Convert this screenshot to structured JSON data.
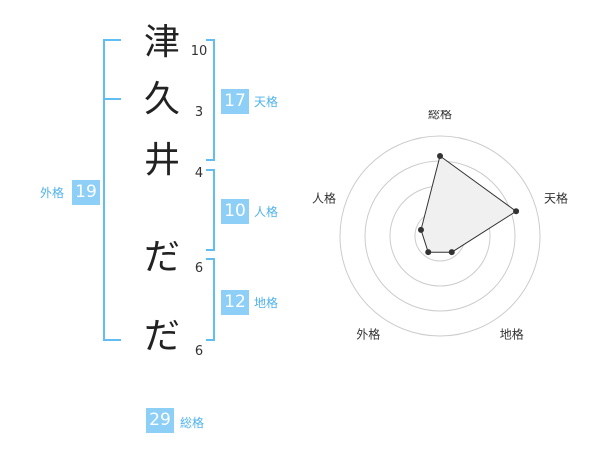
{
  "name_chars": [
    {
      "char": "津",
      "strokes": "10"
    },
    {
      "char": "久",
      "strokes": "3"
    },
    {
      "char": "井",
      "strokes": "4"
    },
    {
      "char": "だ",
      "strokes": "6"
    },
    {
      "char": "だ",
      "strokes": "6"
    }
  ],
  "fortunes": {
    "tenkaku": {
      "label": "天格",
      "value": "17"
    },
    "jinkaku": {
      "label": "人格",
      "value": "10"
    },
    "chikaku": {
      "label": "地格",
      "value": "12"
    },
    "gaikaku": {
      "label": "外格",
      "value": "19"
    },
    "soukaku": {
      "label": "総格",
      "value": "29"
    }
  },
  "colors": {
    "accent": "#8dcff7",
    "accent_text": "#4fb2ea",
    "bracket": "#62bdf0",
    "radar_fill": "#f0f0f0",
    "radar_line": "#333333",
    "ring": "#cccccc"
  },
  "chart_data": {
    "type": "radar",
    "axes": [
      "総格",
      "天格",
      "地格",
      "外格",
      "人格"
    ],
    "values": [
      4,
      4,
      1,
      1,
      1
    ],
    "max": 5,
    "rings": 4,
    "center_marker": true
  }
}
